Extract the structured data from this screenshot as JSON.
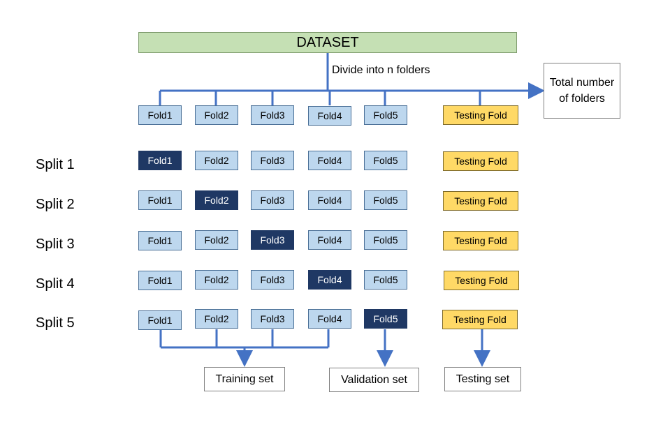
{
  "dataset_label": "DATASET",
  "divide_label": "Divide into n folders",
  "total_label": "Total number of folders",
  "fold_labels": [
    "Fold1",
    "Fold2",
    "Fold3",
    "Fold4",
    "Fold5"
  ],
  "testing_fold_label": "Testing Fold",
  "splits": [
    {
      "label": "Split 1",
      "validation_fold": 1
    },
    {
      "label": "Split 2",
      "validation_fold": 2
    },
    {
      "label": "Split 3",
      "validation_fold": 3
    },
    {
      "label": "Split 4",
      "validation_fold": 4
    },
    {
      "label": "Split 5",
      "validation_fold": 5
    }
  ],
  "sets": {
    "training": "Training set",
    "validation": "Validation set",
    "testing": "Testing set"
  },
  "colors": {
    "dataset_fill": "#c5e0b4",
    "fold_fill": "#bdd7ee",
    "fold_active_fill": "#1f3864",
    "testing_fold_fill": "#ffd966",
    "connector": "#4472c4"
  }
}
